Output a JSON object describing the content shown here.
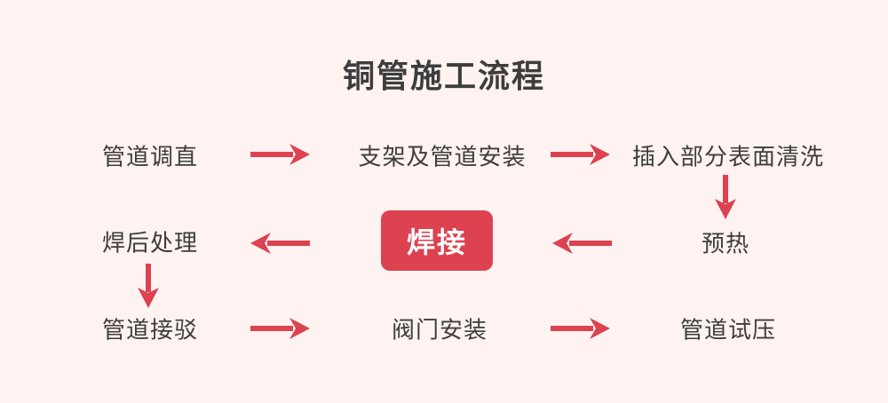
{
  "title": "铜管施工流程",
  "colors": {
    "background": "#FEF3F0",
    "text": "#3D3D3D",
    "accent": "#DC4250",
    "highlight_text": "#FFFFFF"
  },
  "flow": {
    "rows": [
      {
        "direction": "right",
        "nodes": [
          {
            "label": "管道调直",
            "highlight": false
          },
          {
            "label": "支架及管道安装",
            "highlight": false
          },
          {
            "label": "插入部分表面清洗",
            "highlight": false
          }
        ]
      },
      {
        "direction": "left",
        "nodes": [
          {
            "label": "焊后处理",
            "highlight": false
          },
          {
            "label": "焊接",
            "highlight": true
          },
          {
            "label": "预热",
            "highlight": false
          }
        ]
      },
      {
        "direction": "right",
        "nodes": [
          {
            "label": "管道接驳",
            "highlight": false
          },
          {
            "label": "阀门安装",
            "highlight": false
          },
          {
            "label": "管道试压",
            "highlight": false
          }
        ]
      }
    ],
    "connectors": [
      {
        "type": "arrow-right",
        "from": "管道调直",
        "to": "支架及管道安装"
      },
      {
        "type": "arrow-right",
        "from": "支架及管道安装",
        "to": "插入部分表面清洗"
      },
      {
        "type": "arrow-down",
        "from": "插入部分表面清洗",
        "to": "预热"
      },
      {
        "type": "arrow-left",
        "from": "预热",
        "to": "焊接"
      },
      {
        "type": "arrow-left",
        "from": "焊接",
        "to": "焊后处理"
      },
      {
        "type": "arrow-down",
        "from": "焊后处理",
        "to": "管道接驳"
      },
      {
        "type": "arrow-right",
        "from": "管道接驳",
        "to": "阀门安装"
      },
      {
        "type": "arrow-right",
        "from": "阀门安装",
        "to": "管道试压"
      }
    ]
  }
}
